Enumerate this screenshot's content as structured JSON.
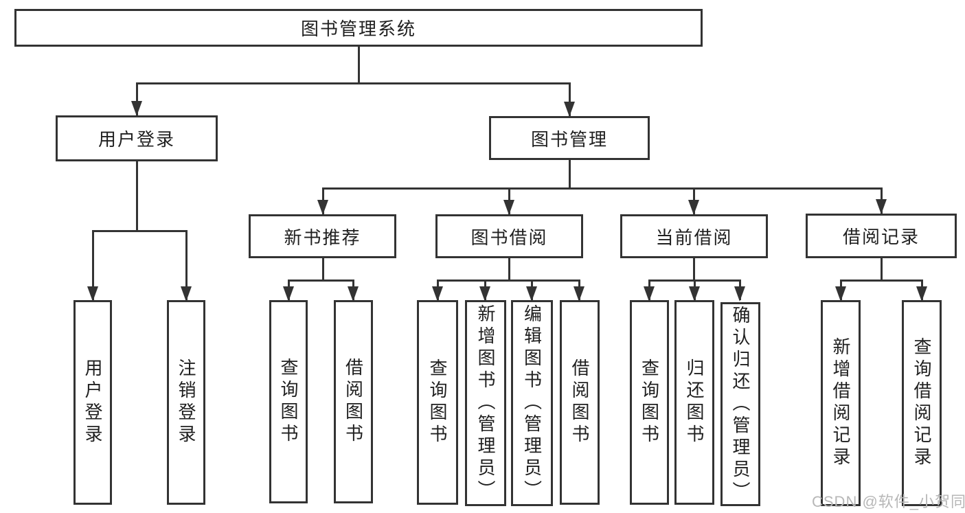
{
  "diagram": {
    "watermark": "CSDN @软件_小贺同学",
    "colors": {
      "line": "#333333",
      "text": "#1f1f1f",
      "background": "#ffffff",
      "watermark_text": "#b7b7b7"
    },
    "tree": {
      "label": "图书管理系统",
      "children": [
        {
          "label": "用户登录",
          "children": [
            {
              "label": "用户登录"
            },
            {
              "label": "注销登录"
            }
          ]
        },
        {
          "label": "图书管理",
          "children": [
            {
              "label": "新书推荐",
              "children": [
                {
                  "label": "查询图书"
                },
                {
                  "label": "借阅图书"
                }
              ]
            },
            {
              "label": "图书借阅",
              "children": [
                {
                  "label": "查询图书"
                },
                {
                  "label": "新增图书（管理员）"
                },
                {
                  "label": "编辑图书（管理员）"
                },
                {
                  "label": "借阅图书"
                }
              ]
            },
            {
              "label": "当前借阅",
              "children": [
                {
                  "label": "查询图书"
                },
                {
                  "label": "归还图书"
                },
                {
                  "label": "确认归还（管理员）"
                }
              ]
            },
            {
              "label": "借阅记录",
              "children": [
                {
                  "label": "新增借阅记录"
                },
                {
                  "label": "查询借阅记录"
                }
              ]
            }
          ]
        }
      ]
    }
  }
}
